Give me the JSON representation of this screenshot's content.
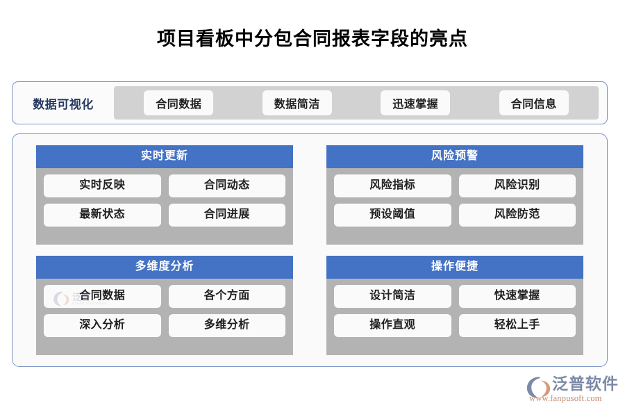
{
  "page": {
    "title": "项目看板中分包合同报表字段的亮点",
    "background_color": "#FFFFFF"
  },
  "banner": {
    "label": "数据可视化",
    "label_color": "#24375F",
    "band_color": "#D2D2D2",
    "border_color": "#7B93C4",
    "chips": [
      {
        "label": "合同数据"
      },
      {
        "label": "数据简洁"
      },
      {
        "label": "迅速掌握"
      },
      {
        "label": "合同信息"
      }
    ]
  },
  "main": {
    "border_color": "#7B93C4",
    "header_color": "#4472C4",
    "body_color": "#B3B3B3",
    "chip_color": "#FAFAFA",
    "panels": [
      {
        "header": "实时更新",
        "chips": [
          {
            "label": "实时反映"
          },
          {
            "label": "合同动态"
          },
          {
            "label": "最新状态"
          },
          {
            "label": "合同进展"
          }
        ]
      },
      {
        "header": "风险预警",
        "chips": [
          {
            "label": "风险指标"
          },
          {
            "label": "风险识别"
          },
          {
            "label": "预设阈值"
          },
          {
            "label": "风险防范"
          }
        ]
      },
      {
        "header": "多维度分析",
        "chips": [
          {
            "label": "合同数据"
          },
          {
            "label": "各个方面"
          },
          {
            "label": "深入分析"
          },
          {
            "label": "多维分析"
          }
        ]
      },
      {
        "header": "操作便捷",
        "chips": [
          {
            "label": "设计简洁"
          },
          {
            "label": "快速掌握"
          },
          {
            "label": "操作直观"
          },
          {
            "label": "轻松上手"
          }
        ]
      }
    ]
  },
  "watermark": {
    "name": "泛普",
    "subtitle": "FANPU SOFTWARE"
  },
  "brand": {
    "name": "泛普软件",
    "url": "www.fanpusoft.com",
    "name_color": "#7C8AA6",
    "url_color": "#C48A70"
  }
}
